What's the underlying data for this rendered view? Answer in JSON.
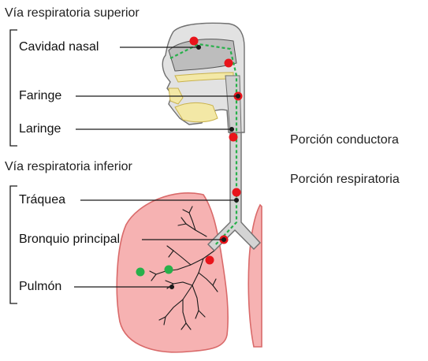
{
  "sections": {
    "upper": "Vía respiratoria superior",
    "lower": "Vía respiratoria inferior"
  },
  "parts": {
    "nasal": "Cavidad nasal",
    "pharynx": "Faringe",
    "larynx": "Laringe",
    "trachea": "Tráquea",
    "bronchus": "Bronquio principal",
    "lung": "Pulmón"
  },
  "legend": {
    "conducting": "Porción conductora",
    "respiratory": "Porción respiratoria"
  },
  "colors": {
    "conducting_dot": "#e8141b",
    "respiratory_dot": "#27b04a",
    "lung_fill": "#f6b2b2",
    "lung_stroke": "#d96a6a",
    "airway_fill": "#d0d0d0",
    "airway_stroke": "#6f6f6f",
    "bone_fill": "#f3e8a6",
    "bone_stroke": "#c9b24d"
  }
}
